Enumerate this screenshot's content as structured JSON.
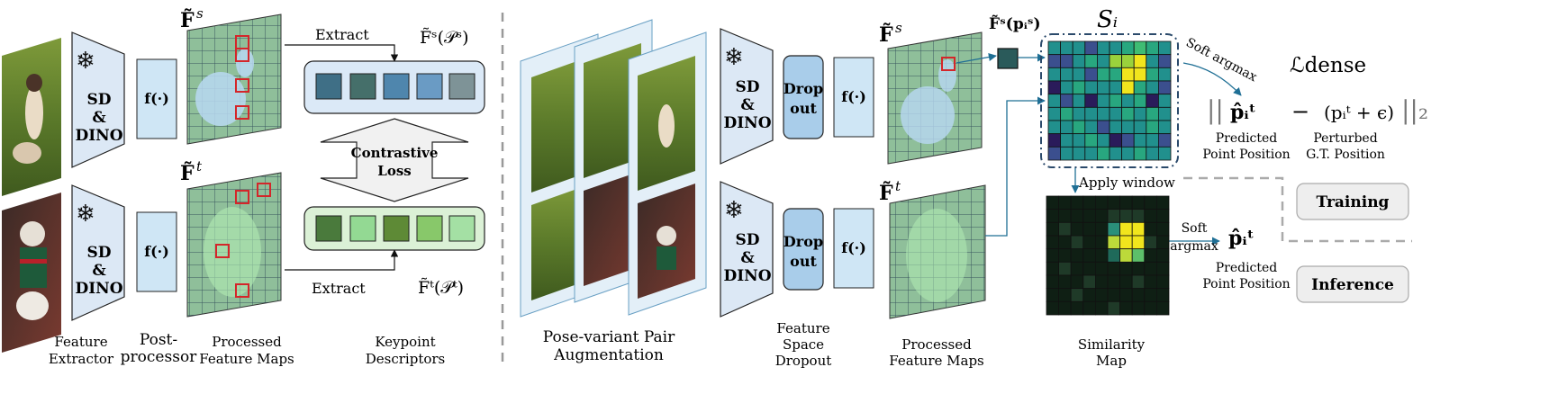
{
  "left": {
    "extractor_label": [
      "SD",
      "&",
      "DINO"
    ],
    "postproc_label": "f(·)",
    "fs_label": "F̃",
    "fs_sup": "s",
    "ft_label": "F̃",
    "ft_sup": "t",
    "extract_top": "Extract",
    "extract_bottom": "Extract",
    "desc_top_label": "F̃ˢ(𝒫ˢ)",
    "desc_bottom_label": "F̃ᵗ(𝒫ᵗ)",
    "contrastive": [
      "Contrastive",
      "Loss"
    ],
    "captions": {
      "feature_extractor": [
        "Feature",
        "Extractor"
      ],
      "post_processor": [
        "Post-",
        "processor"
      ],
      "processed_maps": [
        "Processed",
        "Feature Maps"
      ],
      "keypoint_desc": [
        "Keypoint",
        "Descriptors"
      ]
    }
  },
  "right": {
    "augmentation_caption": [
      "Pose-variant Pair",
      "Augmentation"
    ],
    "extractor_label": [
      "SD",
      "&",
      "DINO"
    ],
    "dropout_label": [
      "Drop",
      "out"
    ],
    "postproc_label": "f(·)",
    "fs_label": "F̃",
    "fs_sup": "s",
    "ft_label": "F̃",
    "ft_sup": "t",
    "point_feature_label": "F̃ˢ(pᵢˢ)",
    "si_label": "Sᵢ",
    "soft_argmax_top": "Soft argmax",
    "apply_window": "Apply window",
    "soft_argmax_bottom": [
      "Soft",
      "argmax"
    ],
    "loss_label": "ℒdense",
    "loss_expr": {
      "open": "||",
      "pred": "p̂ᵢᵗ",
      "minus": "−",
      "gt": "(pᵢᵗ + ϵ)",
      "close": "||₂"
    },
    "pred_pos_top": [
      "Predicted",
      "Point Position"
    ],
    "perturbed_pos": [
      "Perturbed",
      "G.T. Position"
    ],
    "pred_symbol_bottom": "p̂ᵢᵗ",
    "pred_pos_bottom": [
      "Predicted",
      "Point Position"
    ],
    "training_label": "Training",
    "inference_label": "Inference",
    "captions": {
      "feature_dropout": [
        "Feature",
        "Space",
        "Dropout"
      ],
      "processed_maps": [
        "Processed",
        "Feature Maps"
      ],
      "similarity_map": [
        "Similarity",
        "Map"
      ]
    }
  },
  "colors": {
    "trapezoid_fill": "#dce8f5",
    "postproc_fill": "#cfe6f5",
    "dropout_fill": "#a9cdea",
    "desc_top_fill": "#dbe9f7",
    "desc_bottom_fill": "#dbf1d6",
    "arrow_blue": "#1f6f95",
    "sim_top_border": "#2b4a6b",
    "divider_gray": "#999999"
  },
  "similarity_top": [
    [
      2,
      2,
      2,
      1,
      2,
      2,
      3,
      4,
      3,
      2
    ],
    [
      1,
      1,
      2,
      3,
      2,
      5,
      5,
      6,
      2,
      1
    ],
    [
      2,
      2,
      2,
      1,
      3,
      3,
      6,
      6,
      3,
      2
    ],
    [
      0,
      2,
      3,
      2,
      2,
      2,
      6,
      3,
      2,
      1
    ],
    [
      2,
      1,
      2,
      0,
      2,
      3,
      2,
      3,
      0,
      2
    ],
    [
      2,
      3,
      2,
      2,
      2,
      2,
      3,
      2,
      3,
      2
    ],
    [
      2,
      2,
      3,
      2,
      1,
      2,
      2,
      2,
      3,
      2
    ],
    [
      0,
      2,
      2,
      3,
      2,
      0,
      1,
      2,
      2,
      1
    ],
    [
      1,
      2,
      2,
      2,
      3,
      2,
      2,
      3,
      2,
      2
    ]
  ],
  "similarity_bottom": [
    [
      0,
      0,
      0,
      0,
      0,
      0,
      0,
      0,
      0,
      0
    ],
    [
      0,
      0,
      0,
      0,
      0,
      1,
      1,
      1,
      0,
      0
    ],
    [
      0,
      1,
      0,
      0,
      0,
      3,
      6,
      6,
      0,
      0
    ],
    [
      0,
      0,
      1,
      0,
      0,
      5,
      6,
      6,
      1,
      0
    ],
    [
      0,
      0,
      0,
      0,
      0,
      2,
      5,
      4,
      0,
      0
    ],
    [
      0,
      1,
      0,
      0,
      0,
      0,
      0,
      0,
      0,
      0
    ],
    [
      0,
      0,
      0,
      1,
      0,
      0,
      0,
      1,
      0,
      0
    ],
    [
      0,
      0,
      1,
      0,
      0,
      0,
      0,
      0,
      0,
      0
    ],
    [
      0,
      0,
      0,
      0,
      0,
      1,
      0,
      0,
      0,
      0
    ]
  ],
  "palette": [
    "#2a1b5a",
    "#3b4f8e",
    "#21908d",
    "#28a77f",
    "#3fbc73",
    "#9ad23c",
    "#f1e51d"
  ]
}
